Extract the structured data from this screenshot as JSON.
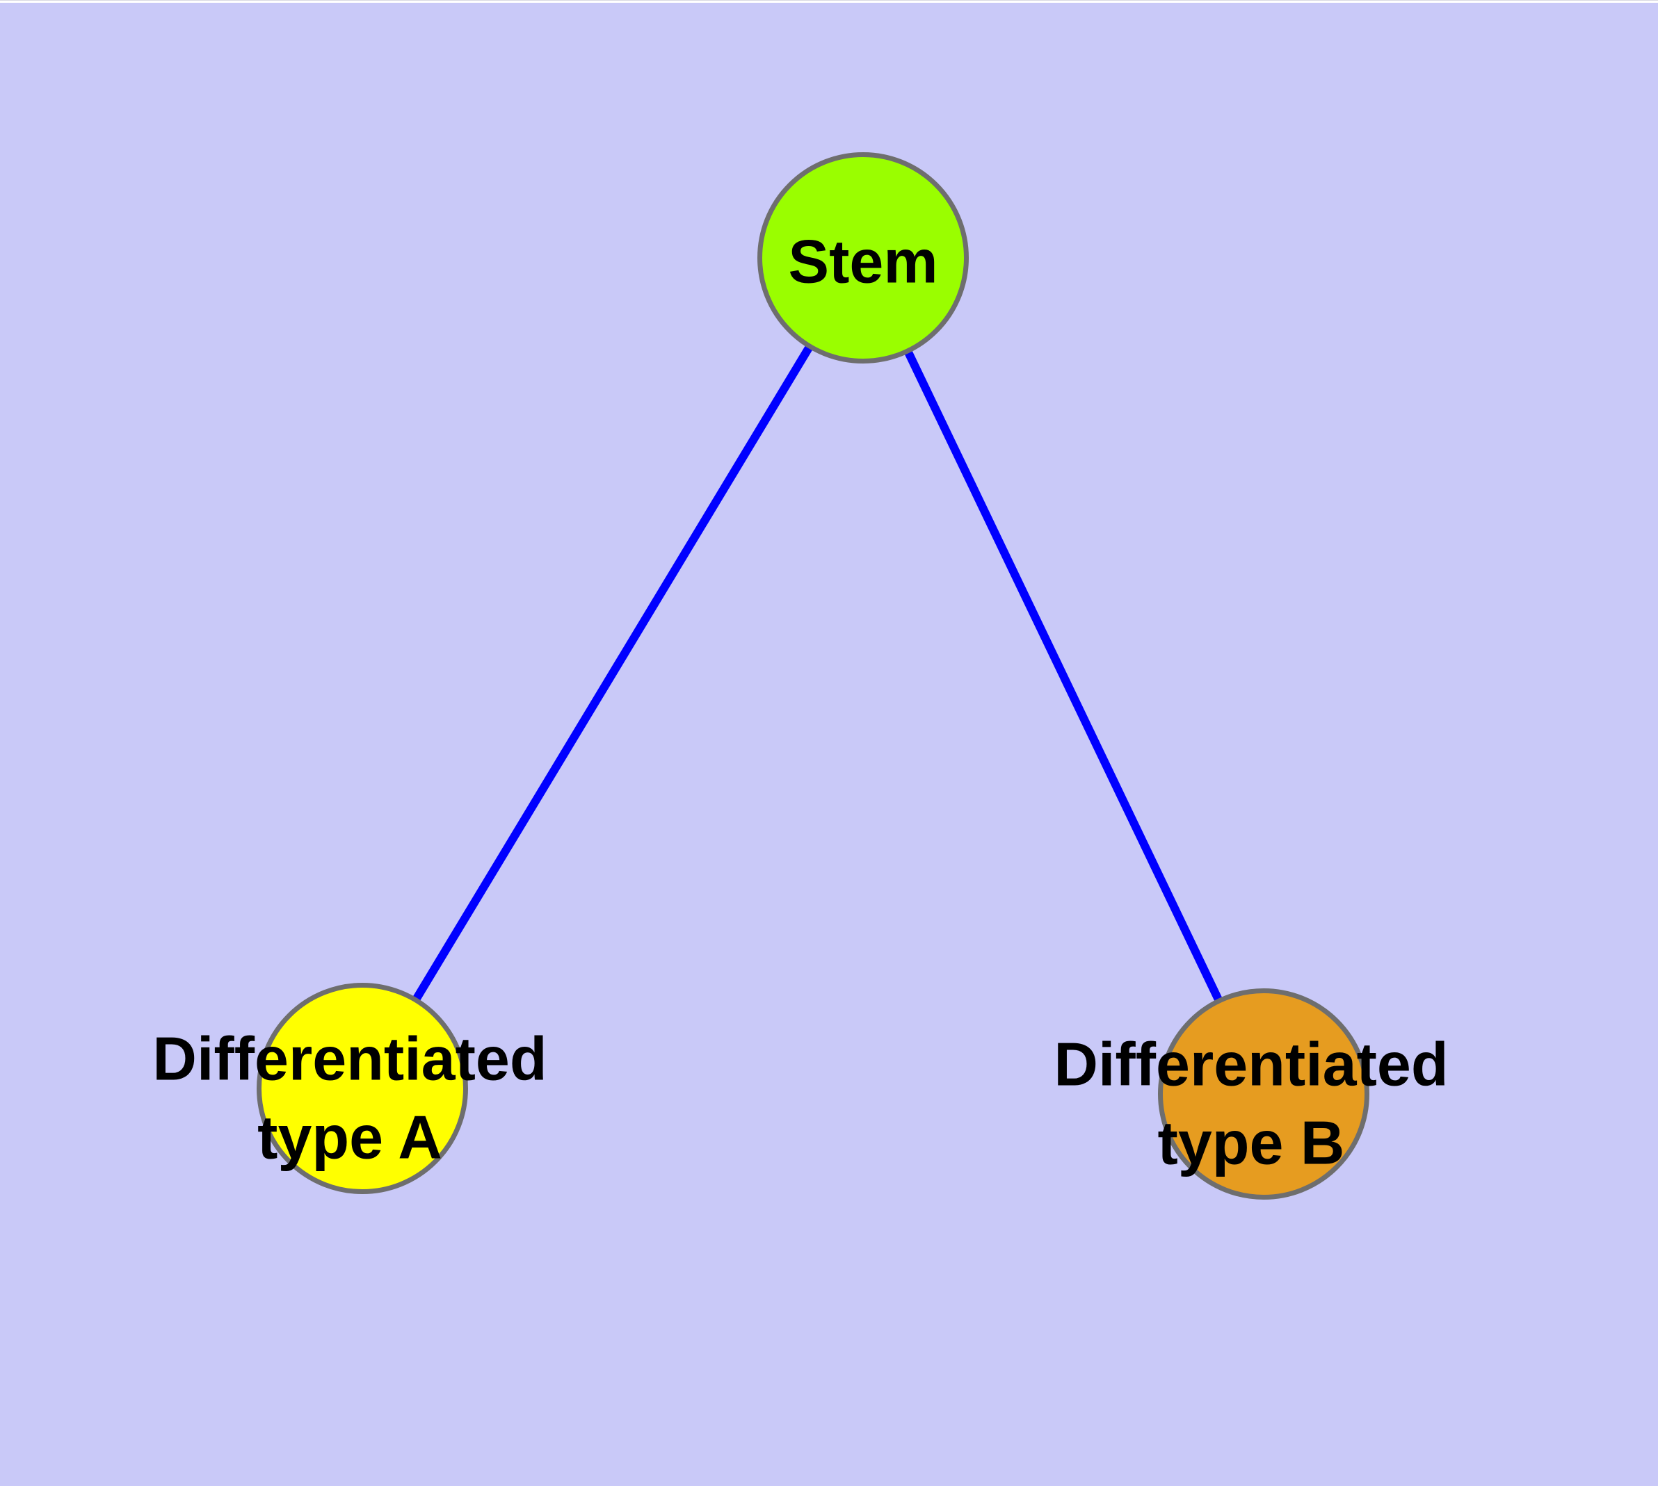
{
  "diagram": {
    "background_color": "#c9c9f8",
    "window_top_strip_color": "#ffffff",
    "edge_color": "#0000ff",
    "node_border_color": "#6e6e6e",
    "label_color": "#000000",
    "nodes": [
      {
        "id": "stem",
        "label": "Stem",
        "fill": "#9afe00"
      },
      {
        "id": "diff-a",
        "label": "Differentiated\ntype A",
        "fill": "#ffff00"
      },
      {
        "id": "diff-b",
        "label": "Differentiated\ntype B",
        "fill": "#e69c20"
      }
    ],
    "edges": [
      {
        "from": "Stem",
        "to": "Differentiated type A"
      },
      {
        "from": "Stem",
        "to": "Differentiated type B"
      }
    ]
  }
}
